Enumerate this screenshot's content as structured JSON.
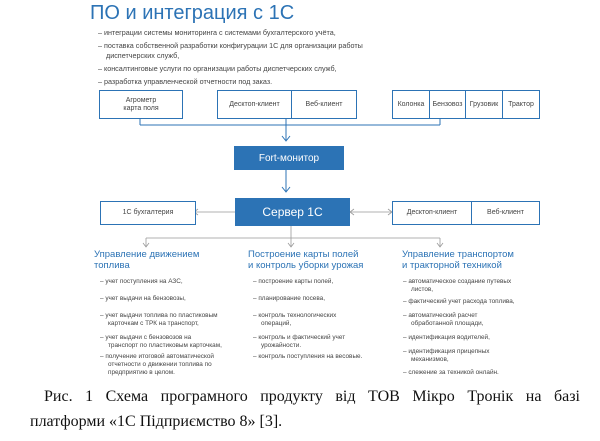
{
  "title": "ПО и интеграция с 1С",
  "bullets": [
    "– интеграции системы мониторинга с системами бухгалтерского учёта,",
    "– поставка собственной разработки конфигурации 1С для организации работы",
    "диспетчерских служб,",
    "– консалтинговые услуги по организации работы диспетчерских служб,",
    "– разработка управленческой отчетности под заказ."
  ],
  "top_boxes": {
    "agrometer": [
      "Агрометр",
      "карта поля"
    ],
    "desktop_client": "Десктоп-клиент",
    "web_client": "Веб-клиент",
    "kolonka": "Колонка",
    "benzovoz": "Бензовоз",
    "gruzovik": "Грузовик",
    "traktor": "Трактор"
  },
  "fort_monitor": "Fort-монитор",
  "server": "Сервер 1С",
  "left_box": "1С бухгалтерия",
  "right_boxes": {
    "desktop": "Десктоп-клиент",
    "web": "Веб-клиент"
  },
  "columns": [
    {
      "heading": [
        "Управление движением",
        "топлива"
      ],
      "items": [
        "– учет поступления на АЗС,",
        "– учет выдачи на бензовозы,",
        "– учет выдачи топлива по пластиковым",
        "карточкам с ТРК на транспорт,",
        "– учет выдачи с бензовозов на",
        "транспорт по пластиковым карточкам,",
        "– получение итоговой автоматической",
        "отчетности о движении топлива по",
        "предприятию в целом."
      ]
    },
    {
      "heading": [
        "Построение карты полей",
        "и контроль уборки урожая"
      ],
      "items": [
        "– построение карты полей,",
        "– планирование посева,",
        "– контроль технологических",
        "операций,",
        "– контроль и фактический учет",
        "урожайности.",
        "– контроль поступления на весовые."
      ]
    },
    {
      "heading": [
        "Управление транспортом",
        "и тракторной техникой"
      ],
      "items": [
        "– автоматическое создание путевых",
        "листов,",
        "– фактический учет расхода топлива,",
        "– автоматический расчет",
        "обработанной площади,",
        "– идентификация водителей,",
        "– идентификация прицепных",
        "механизмов,",
        "– слежение за техникой онлайн."
      ]
    }
  ],
  "caption": [
    "Рис. 1 Схема програмного продукту від ТОВ Мікро Тронік на базі",
    "платформи «1С Підприємство 8» [3]."
  ]
}
